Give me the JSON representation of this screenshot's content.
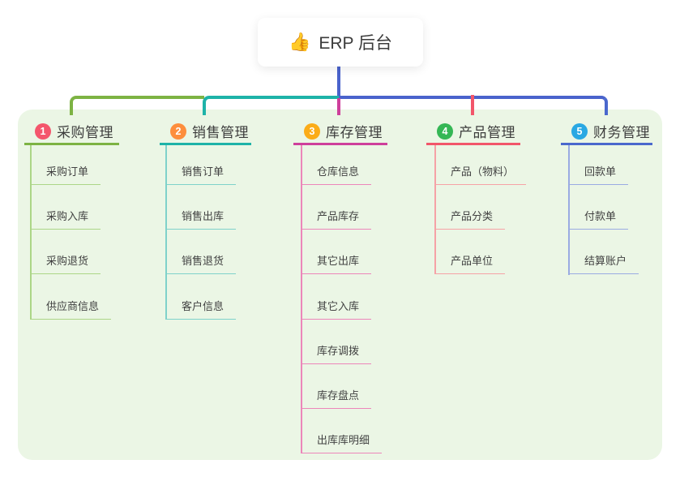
{
  "root": {
    "label": "ERP 后台",
    "icon": "thumbs-up-icon",
    "icon_glyph": "👍"
  },
  "branches": [
    {
      "badge": "1",
      "label": "采购管理",
      "line_color": "#7db343",
      "child_line_color": "#acd687",
      "badge_color": "#f4566c",
      "children": [
        {
          "label": "采购订单"
        },
        {
          "label": "采购入库"
        },
        {
          "label": "采购退货"
        },
        {
          "label": "供应商信息"
        }
      ]
    },
    {
      "badge": "2",
      "label": "销售管理",
      "line_color": "#1eb3a8",
      "child_line_color": "#7fd2ca",
      "badge_color": "#fd8e3d",
      "children": [
        {
          "label": "销售订单"
        },
        {
          "label": "销售出库"
        },
        {
          "label": "销售退货"
        },
        {
          "label": "客户信息"
        }
      ]
    },
    {
      "badge": "3",
      "label": "库存管理",
      "line_color": "#ce3f9b",
      "child_line_color": "#ec86ba",
      "badge_color": "#fbac18",
      "children": [
        {
          "label": "仓库信息"
        },
        {
          "label": "产品库存"
        },
        {
          "label": "其它出库"
        },
        {
          "label": "其它入库"
        },
        {
          "label": "库存调拨"
        },
        {
          "label": "库存盘点"
        },
        {
          "label": "出库库明细"
        }
      ]
    },
    {
      "badge": "4",
      "label": "产品管理",
      "line_color": "#f2566a",
      "child_line_color": "#f6a2a6",
      "badge_color": "#35b755",
      "children": [
        {
          "label": "产品（物料）"
        },
        {
          "label": "产品分类"
        },
        {
          "label": "产品单位"
        }
      ]
    },
    {
      "badge": "5",
      "label": "财务管理",
      "line_color": "#4a68cd",
      "child_line_color": "#9aabe2",
      "badge_color": "#29a8e3",
      "children": [
        {
          "label": "回款单"
        },
        {
          "label": "付款单"
        },
        {
          "label": "结算账户"
        }
      ]
    }
  ],
  "colors": {
    "panel_bg": "#ebf6e5",
    "root_connector": "#4a63cc",
    "text_primary": "#3d3d3d",
    "text_child": "#424242"
  }
}
